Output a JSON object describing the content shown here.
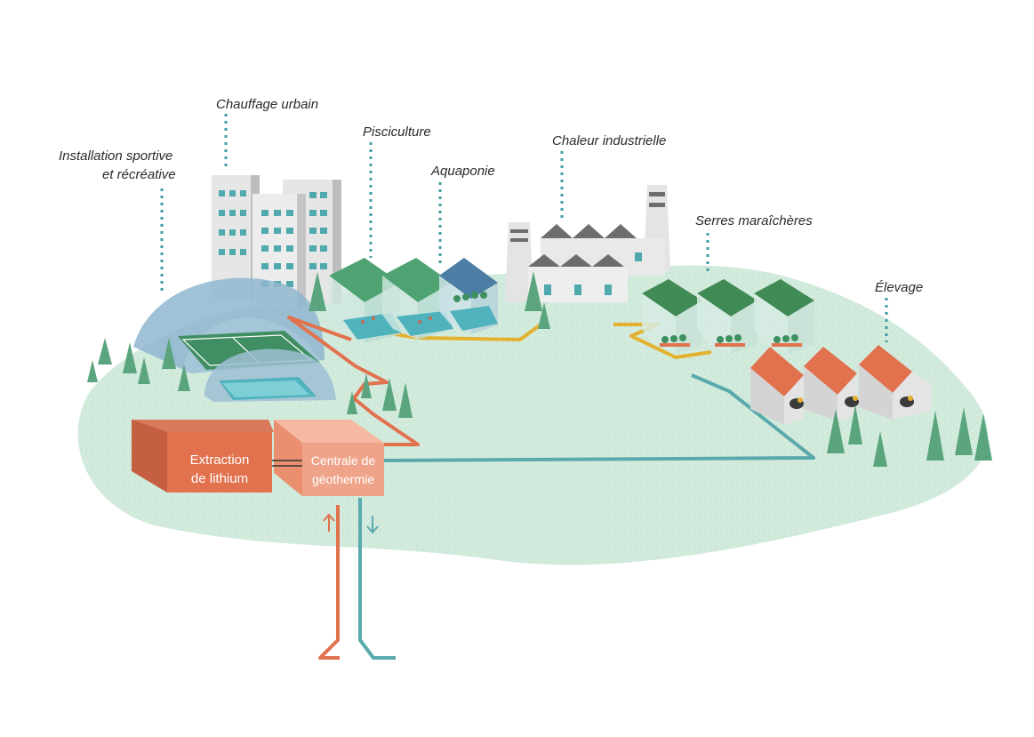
{
  "labels": {
    "sport_line1": "Installation sportive",
    "sport_line2": "et récréative",
    "chauffage": "Chauffage urbain",
    "pisciculture": "Pisciculture",
    "aquaponie": "Aquaponie",
    "chaleur": "Chaleur industrielle",
    "serres": "Serres maraîchères",
    "elevage": "Élevage"
  },
  "boxes": {
    "extraction_line1": "Extraction",
    "extraction_line2": "de lithium",
    "centrale_line1": "Centrale de",
    "centrale_line2": "géothermie"
  },
  "colors": {
    "ground": "#d5ece0",
    "hot_pipe": "#e2714d",
    "warm_pipe": "#e4b12e",
    "cold_pipe": "#5aa9ad",
    "leader": "#3e9ea3",
    "greenhouse_roof": "#4fa372",
    "tree": "#5aa57e",
    "barn_roof": "#e2714d"
  },
  "icons": [
    "up-arrow-icon",
    "down-arrow-icon"
  ]
}
